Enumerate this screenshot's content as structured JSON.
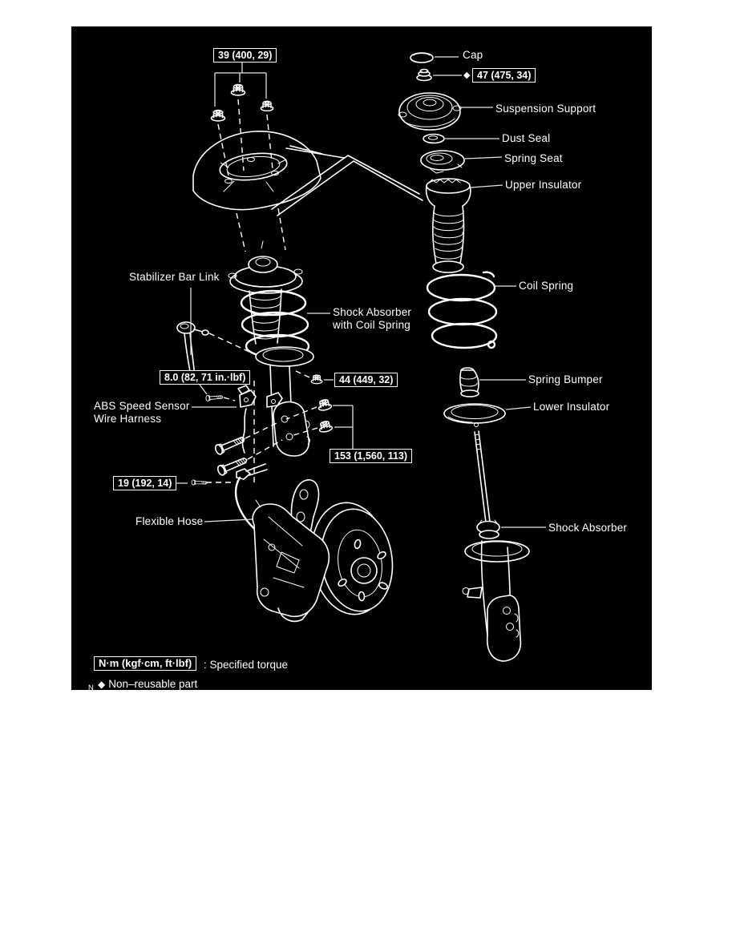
{
  "diagram": {
    "background": "#000000",
    "line_color": "#ffffff",
    "leader_color": "#e2e2e2"
  },
  "torque_specs": {
    "top_mount_nuts": "39 (400, 29)",
    "support_center_nut": "47 (475, 34)",
    "stabilizer_link_nut": "44 (449, 32)",
    "abs_harness_bolt": "8.0 (82, 71 in.·lbf)",
    "knuckle_mount_bolts": "153 (1,560, 113)",
    "flexible_hose_union": "19 (192, 14)"
  },
  "markers": {
    "non_reusable": "◆"
  },
  "labels": {
    "cap": "Cap",
    "suspension_support": "Suspension Support",
    "dust_seal": "Dust Seal",
    "spring_seat": "Spring Seat",
    "upper_insulator": "Upper Insulator",
    "coil_spring": "Coil Spring",
    "spring_bumper": "Spring Bumper",
    "lower_insulator": "Lower Insulator",
    "shock_absorber": "Shock Absorber",
    "stabilizer_bar_link": "Stabilizer Bar Link",
    "shock_absorber_with_coil_spring_line1": "Shock Absorber",
    "shock_absorber_with_coil_spring_line2": "with Coil Spring",
    "abs_speed_sensor_line1": "ABS Speed Sensor",
    "abs_speed_sensor_line2": "Wire Harness",
    "flexible_hose": "Flexible Hose"
  },
  "legend": {
    "torque_unit_box": "N·m (kgf·cm, ft·lbf)",
    "torque_caption": ": Specified torque",
    "non_reusable_marker": "◆",
    "non_reusable_text": "Non–reusable part",
    "page_letter": "N"
  }
}
